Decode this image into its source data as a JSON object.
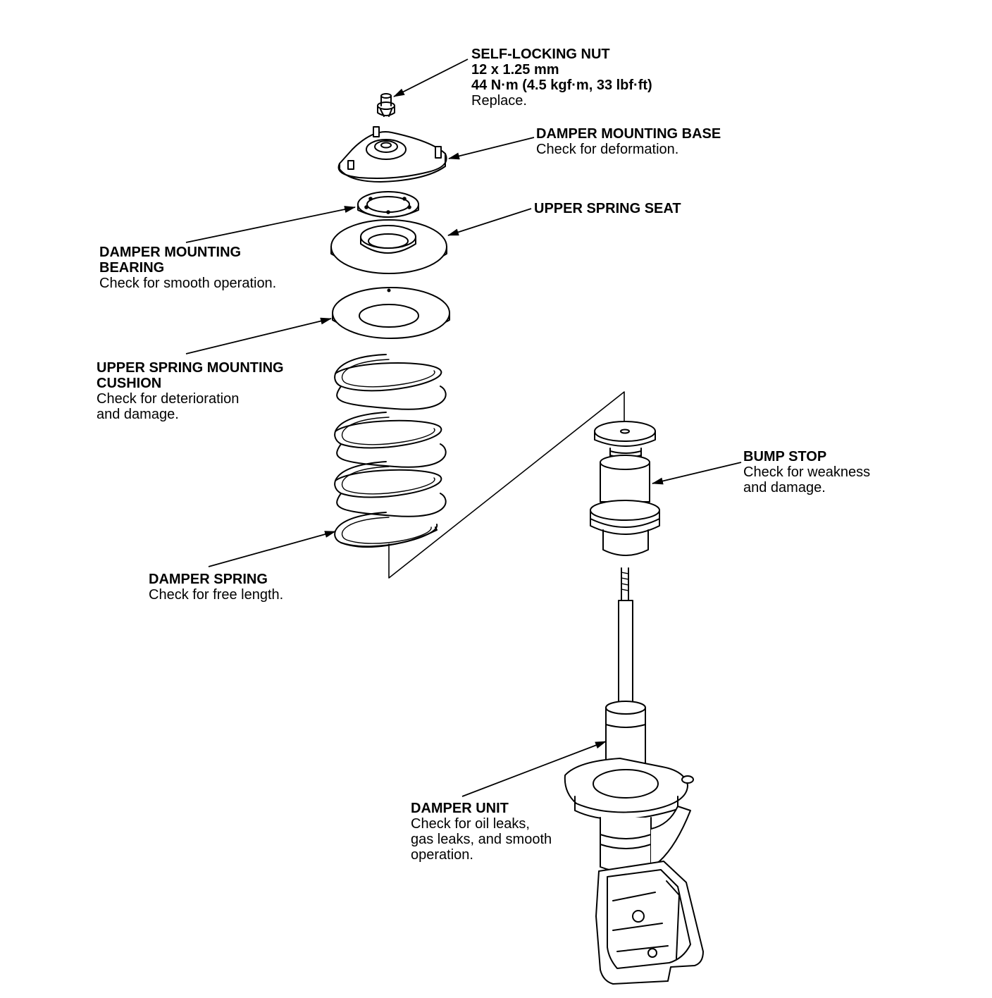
{
  "callouts": {
    "nut": {
      "title": "SELF-LOCKING NUT",
      "size": "12 x 1.25 mm",
      "torque": "44 N·m (4.5 kgf·m, 33 lbf·ft)",
      "note": "Replace."
    },
    "base": {
      "title": "DAMPER MOUNTING BASE",
      "note": "Check for deformation."
    },
    "upper_seat": {
      "title": "UPPER SPRING SEAT"
    },
    "bearing": {
      "title_1": "DAMPER MOUNTING",
      "title_2": "BEARING",
      "note": "Check for smooth operation."
    },
    "cushion": {
      "title_1": "UPPER SPRING MOUNTING",
      "title_2": "CUSHION",
      "note_1": "Check for deterioration",
      "note_2": "and damage."
    },
    "bump_stop": {
      "title": "BUMP STOP",
      "note_1": "Check for weakness",
      "note_2": "and damage."
    },
    "spring": {
      "title": "DAMPER SPRING",
      "note": "Check for free length."
    },
    "damper_unit": {
      "title": "DAMPER UNIT",
      "note_1": "Check for oil leaks,",
      "note_2": "gas leaks, and smooth",
      "note_3": "operation."
    }
  }
}
